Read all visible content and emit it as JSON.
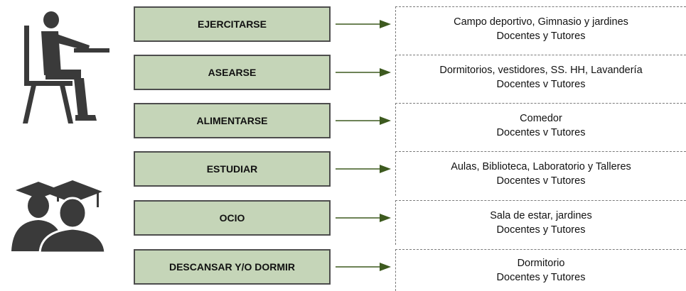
{
  "diagram": {
    "rows": [
      {
        "activity": "EJERCITARSE",
        "place": "Campo deportivo, Gimnasio y jardines",
        "people": "Docentes y Tutores"
      },
      {
        "activity": "ASEARSE",
        "place": "Dormitorios, vestidores, SS. HH, Lavandería",
        "people": "Docentes v Tutores"
      },
      {
        "activity": "ALIMENTARSE",
        "place": "Comedor",
        "people": "Docentes v Tutores"
      },
      {
        "activity": "ESTUDIAR",
        "place": "Aulas, Biblioteca, Laboratorio y Talleres",
        "people": "Docentes v Tutores"
      },
      {
        "activity": "OCIO",
        "place": "Sala de estar, jardines",
        "people": "Docentes y Tutores"
      },
      {
        "activity": "DESCANSAR Y/O DORMIR",
        "place": "Dormitorio",
        "people": "Docentes y Tutores"
      }
    ],
    "icons": [
      "student-at-desk-icon",
      "graduates-icon"
    ],
    "colors": {
      "activity_fill": "#c5d5b8",
      "activity_border": "#4d4d4d",
      "arrow": "#3d5a1f",
      "icon": "#3a3a3a"
    }
  }
}
